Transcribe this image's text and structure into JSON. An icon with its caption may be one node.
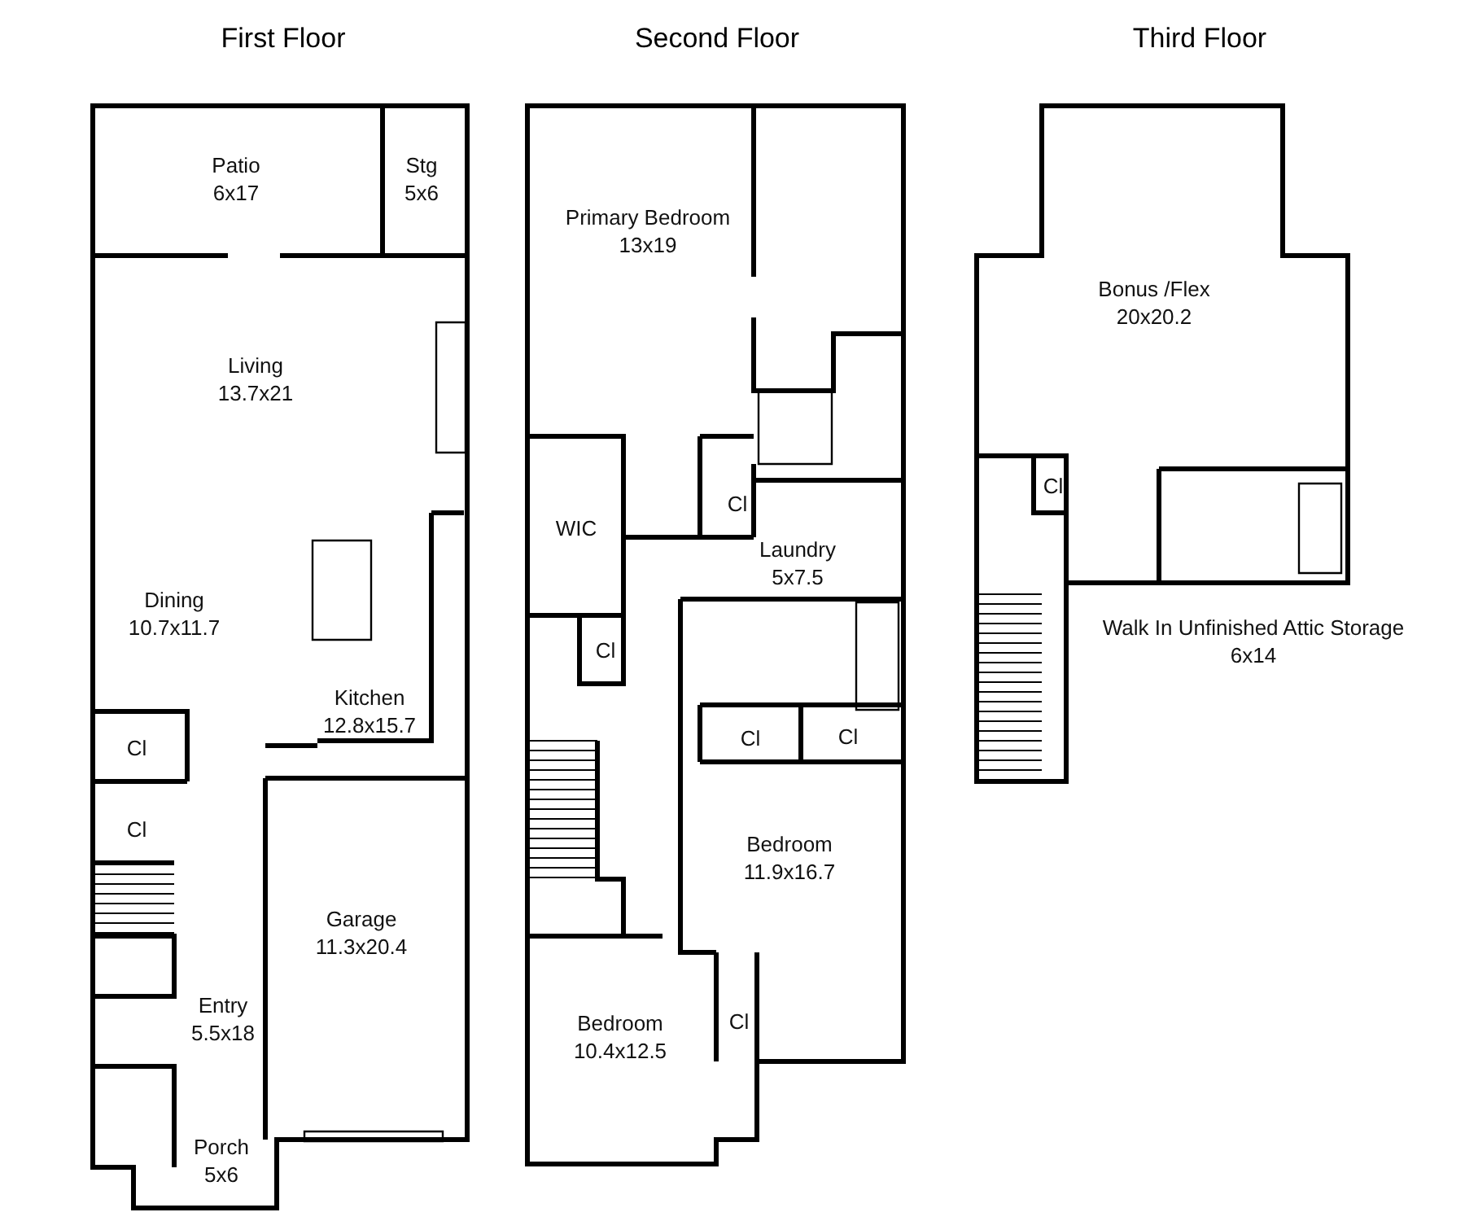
{
  "diagram": {
    "nodes": [
      {
        "text": [
          "First Floor"
        ]
      },
      {
        "text": [
          "Patio",
          "6x17"
        ],
        "in": 0
      },
      {
        "text": [
          "Stg",
          "5x6"
        ],
        "in": 0
      },
      {
        "text": [
          "Living",
          "13.7x21"
        ],
        "in": 0
      },
      {
        "text": [
          "Dining",
          "10.7x11.7"
        ],
        "in": 0
      },
      {
        "text": [
          "Kitchen",
          "12.8x15.7"
        ],
        "in": 0
      },
      {
        "text": [
          "Cl"
        ],
        "in": 0
      },
      {
        "text": [
          "Cl"
        ],
        "in": 0
      },
      {
        "text": [
          "Garage",
          "11.3x20.4"
        ],
        "in": 0
      },
      {
        "text": [
          "Entry",
          "5.5x18"
        ],
        "in": 0
      },
      {
        "text": [
          "Porch",
          "5x6"
        ],
        "in": 0
      },
      {
        "text": [
          "Second Floor"
        ]
      },
      {
        "text": [
          "Primary Bedroom",
          "13x19"
        ],
        "in": 11
      },
      {
        "text": [
          "WIC"
        ],
        "in": 11
      },
      {
        "text": [
          "Cl"
        ],
        "in": 11
      },
      {
        "text": [
          "Laundry",
          "5x7.5"
        ],
        "in": 11
      },
      {
        "text": [
          "Cl"
        ],
        "in": 11
      },
      {
        "text": [
          "Cl"
        ],
        "in": 11
      },
      {
        "text": [
          "Cl"
        ],
        "in": 11
      },
      {
        "text": [
          "Bedroom",
          "11.9x16.7"
        ],
        "in": 11
      },
      {
        "text": [
          "Bedroom",
          "10.4x12.5"
        ],
        "in": 11
      },
      {
        "text": [
          "Cl"
        ],
        "in": 11
      },
      {
        "text": [
          "Third Floor"
        ]
      },
      {
        "text": [
          "Bonus /Flex",
          "20x20.2"
        ],
        "in": 22
      },
      {
        "text": [
          "Cl"
        ],
        "in": 22
      },
      {
        "text": [
          "Walk In Unfinished Attic Storage",
          "6x14"
        ],
        "in": 22
      }
    ]
  }
}
